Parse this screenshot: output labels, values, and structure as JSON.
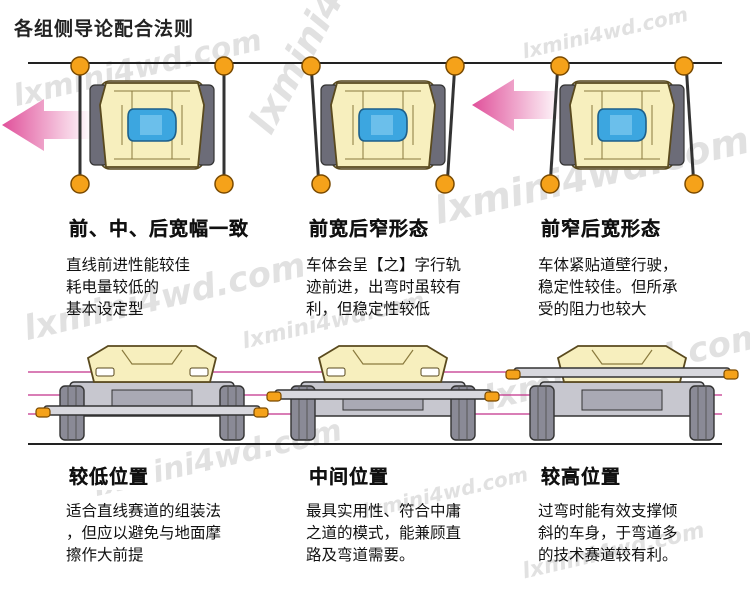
{
  "title": "各组侧导论配合法则",
  "watermark": "lxmini4wd.com",
  "colors": {
    "chassis": "#f7efbe",
    "chassis_outline": "#5a4a1e",
    "canopy": "#3ca6e0",
    "roller": "#f5a21a",
    "arrow": "#e0509a",
    "line": "#222222",
    "height_line": "#c2308a"
  },
  "top_panels": [
    {
      "heading": "前、中、后宽幅一致",
      "lines": [
        "直线前进性能较佳",
        "耗电量较低的",
        "基本设定型"
      ]
    },
    {
      "heading": "前宽后窄形态",
      "lines": [
        "车体会呈【之】字行轨",
        "迹前进，出弯时虽较有",
        "利，但稳定性较低"
      ]
    },
    {
      "heading": "前窄后宽形态",
      "lines": [
        "车体紧贴道壁行驶，",
        "稳定性较佳。但所承",
        "受的阻力也较大"
      ]
    }
  ],
  "bottom_panels": [
    {
      "heading": "较低位置",
      "lines": [
        "适合直线赛道的组装法",
        "，但应以避免与地面摩",
        "擦作大前提"
      ]
    },
    {
      "heading": "中间位置",
      "lines": [
        "最具实用性、符合中庸",
        "之道的模式，能兼顾直",
        "路及弯道需要。"
      ]
    },
    {
      "heading": "较高位置",
      "lines": [
        "过弯时能有效支撑倾",
        "斜的车身，于弯道多",
        "的技术赛道较有利。"
      ]
    }
  ]
}
